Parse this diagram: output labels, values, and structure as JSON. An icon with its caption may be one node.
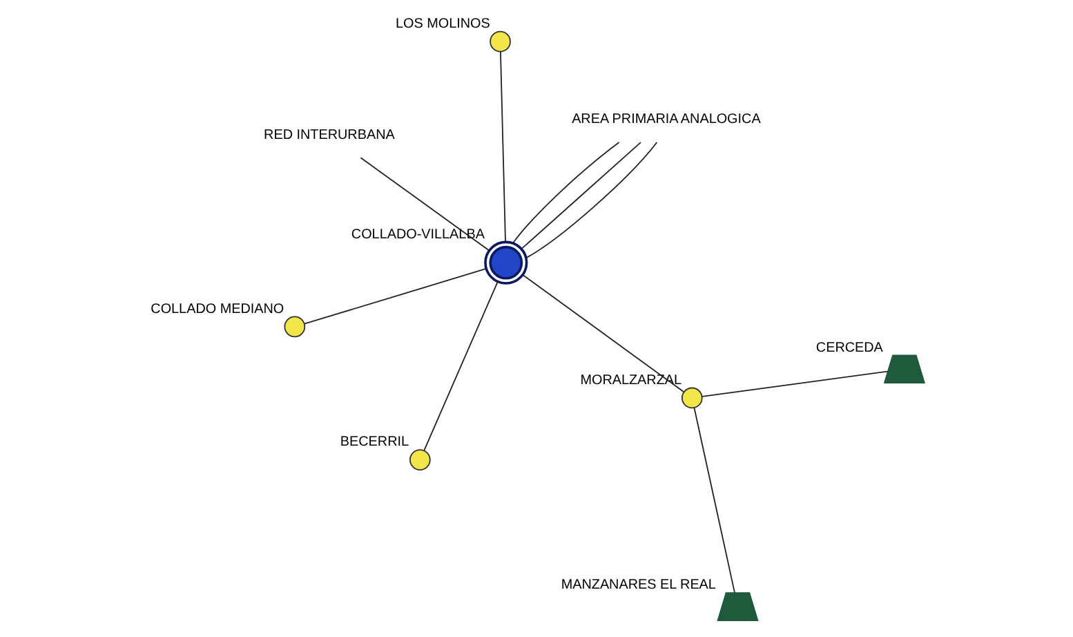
{
  "diagram": {
    "nodes": [
      {
        "text": [],
        "shape": "circle",
        "beside": [
          "LOS MOLINOS"
        ]
      },
      {
        "text": [],
        "shape": "circle",
        "beside": [
          "BECERRIL"
        ]
      },
      {
        "text": [],
        "shape": "trapezoid",
        "beside": [
          "MANZANARES EL REAL"
        ]
      },
      {
        "text": [],
        "shape": "circle",
        "beside": [
          "COLLADO MEDIANO"
        ]
      },
      {
        "text": [],
        "shape": "trapezoid",
        "beside": [
          "CERCEDA"
        ]
      },
      {
        "text": [],
        "shape": "circle",
        "beside": [
          "MORALZARZAL"
        ]
      },
      {
        "text": [
          "AREA PRIMARIA ANALOGICA"
        ]
      },
      {
        "text": [],
        "shape": "circle",
        "beside": [
          "COLLADO-VILLALBA"
        ]
      },
      {
        "text": [
          "RED INTERURBANA"
        ]
      }
    ],
    "edges": [
      {
        "from": 7,
        "to": 0,
        "arrow": "none"
      },
      {
        "from": 7,
        "to": 3,
        "arrow": "none"
      },
      {
        "from": 7,
        "to": 1,
        "arrow": "none"
      },
      {
        "from": 7,
        "to": 5,
        "arrow": "none"
      },
      {
        "from": 5,
        "to": 2,
        "arrow": "none"
      },
      {
        "from": 5,
        "to": 4,
        "arrow": "none"
      },
      {
        "from": 7,
        "to": 6,
        "arrow": "none"
      },
      {
        "from": 7,
        "to": 6,
        "arrow": "none"
      },
      {
        "from": 7,
        "to": 6,
        "arrow": "none"
      },
      {
        "from": 7,
        "to": 8,
        "arrow": "none"
      }
    ]
  }
}
